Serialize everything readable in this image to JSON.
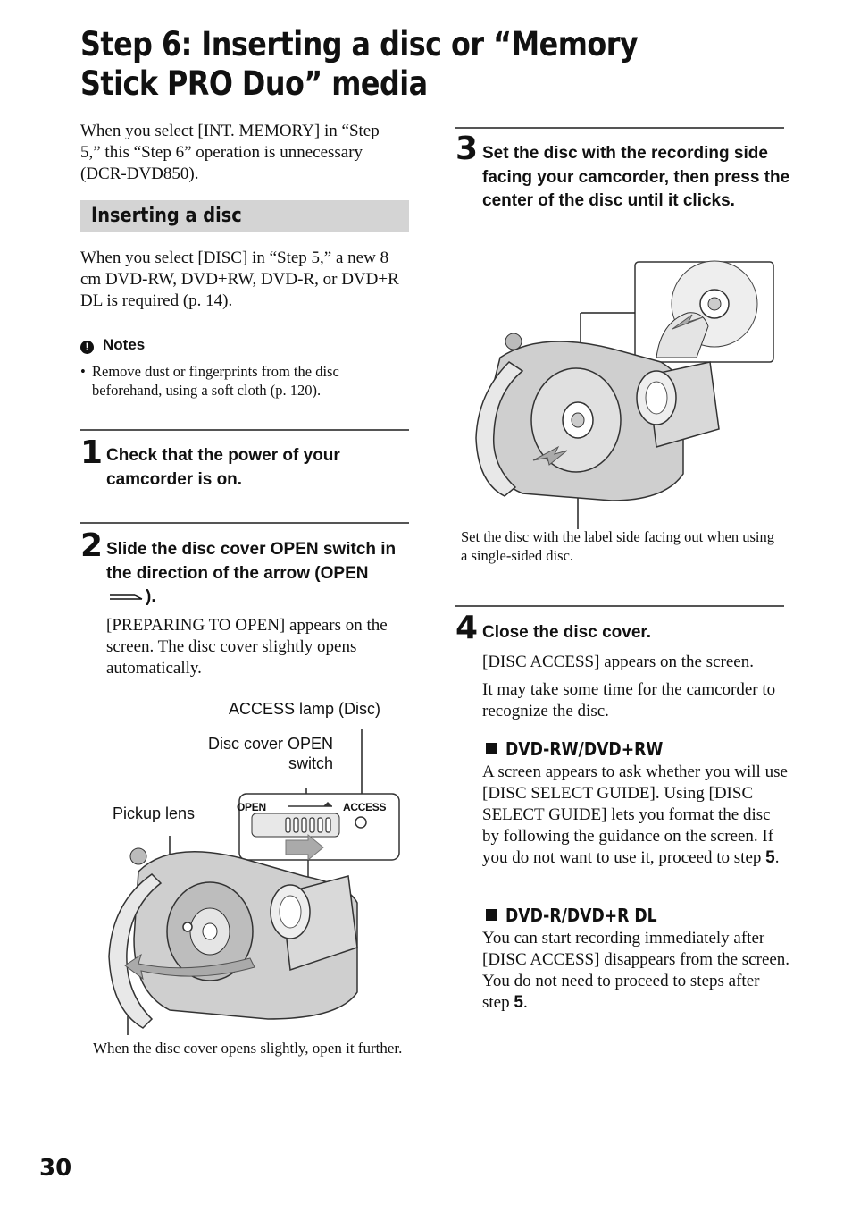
{
  "title": "Step 6: Inserting a disc or “Memory Stick PRO Duo” media",
  "intro": "When you select [INT. MEMORY] in “Step 5,” this “Step 6” operation is unnecessary (DCR-DVD850).",
  "section_heading": "Inserting a disc",
  "section_text": "When you select [DISC] in “Step 5,” a new 8 cm DVD-RW, DVD+RW, DVD-R, or DVD+R DL is required (p. 14).",
  "notes": {
    "heading": "Notes",
    "items": [
      "Remove dust or fingerprints from the disc beforehand, using a soft cloth (p. 120)."
    ]
  },
  "steps": [
    {
      "number": "1",
      "heading": "Check that the power of your camcorder is on."
    },
    {
      "number": "2",
      "heading": "Slide the disc cover OPEN switch in the direction of the arrow (OPEN",
      "heading_end": ").",
      "body": "[PREPARING TO OPEN] appears on the screen. The disc cover slightly opens automatically."
    },
    {
      "number": "3",
      "heading": "Set the disc with the recording side facing your camcorder, then press the center of the disc until it clicks."
    },
    {
      "number": "4",
      "heading": "Close the disc cover.",
      "body1": "[DISC ACCESS] appears on the screen.",
      "body2": "It may take some time for the camcorder to recognize the disc."
    }
  ],
  "figure1": {
    "access_lamp": "ACCESS lamp (Disc)",
    "open_switch": "Disc cover OPEN switch",
    "pickup_lens": "Pickup lens",
    "panel_open": "OPEN",
    "panel_access": "ACCESS",
    "caption": "When the disc cover opens slightly, open it further."
  },
  "figure2": {
    "caption": "Set the disc with the label side facing out when using a single-sided disc."
  },
  "dvd_rw": {
    "heading": "DVD-RW/DVD+RW",
    "text": "A screen appears to ask whether you will use [DISC SELECT GUIDE]. Using [DISC SELECT GUIDE] lets you format the disc by following the guidance on the screen. If you do not want to use it, proceed to step",
    "step_ref": "5",
    "end": "."
  },
  "dvd_r": {
    "heading": "DVD-R/DVD+R DL",
    "text": "You can start recording immediately after [DISC ACCESS] disappears from the screen. You do not need to proceed to steps after step",
    "step_ref": "5",
    "end": "."
  },
  "page_number": "30"
}
